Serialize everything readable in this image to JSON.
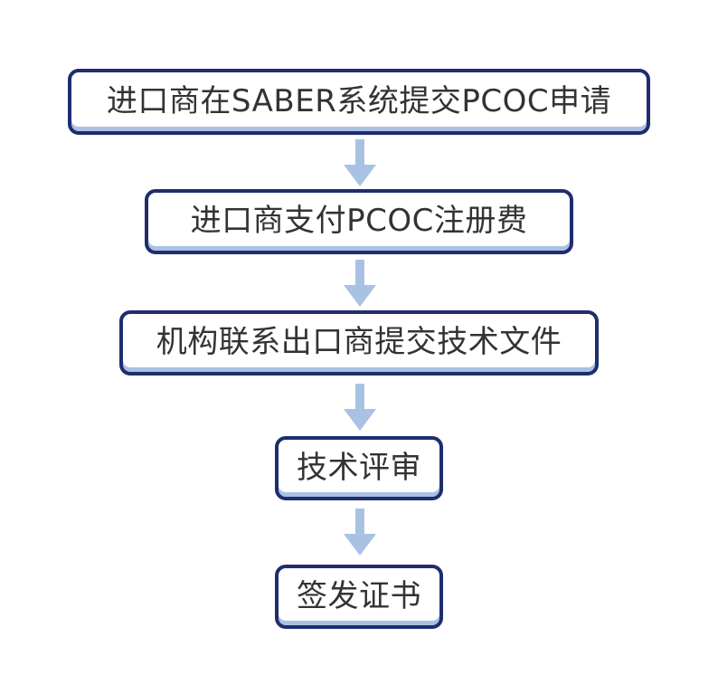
{
  "flowchart": {
    "steps": [
      {
        "label": "进口商在SABER系统提交PCOC申请"
      },
      {
        "label": "进口商支付PCOC注册费"
      },
      {
        "label": "机构联系出口商提交技术文件"
      },
      {
        "label": "技术评审"
      },
      {
        "label": "签发证书"
      }
    ],
    "arrow_icon": "arrow-down-icon",
    "colors": {
      "box_border": "#1f2d6e",
      "box_shadow": "#a9c2e4",
      "arrow": "#a9c2e4",
      "text": "#333333",
      "background": "#ffffff"
    }
  }
}
